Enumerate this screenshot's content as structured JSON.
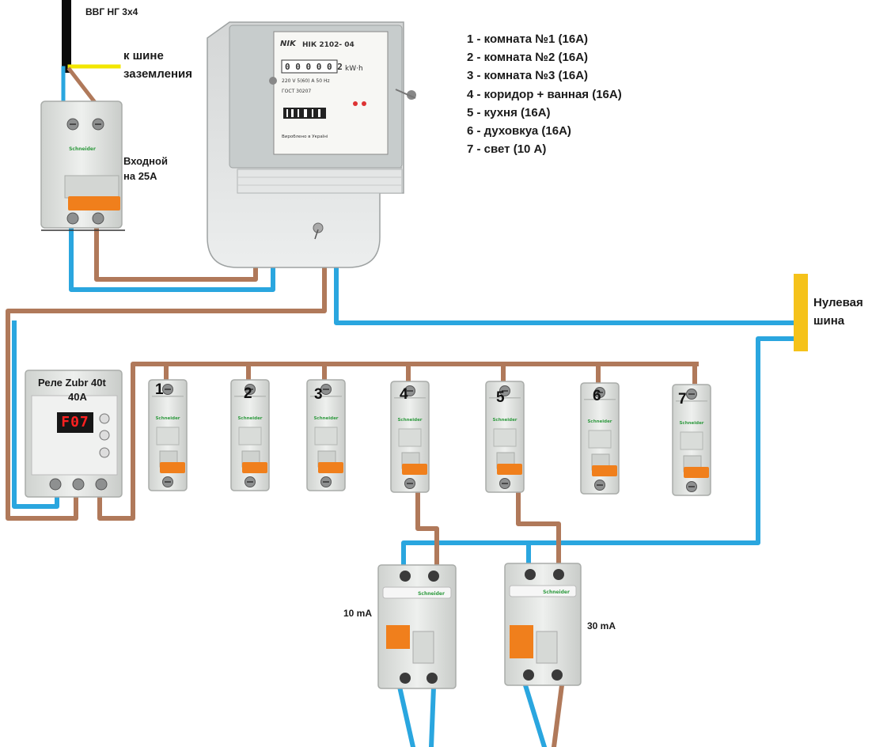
{
  "labels": {
    "cable": "ВВГ НГ 3х4",
    "ground_bus_line1": "к шине",
    "ground_bus_line2": "заземления",
    "main_breaker_line1": "Входной",
    "main_breaker_line2": "на 25А",
    "neutral_bus_line1": "Нулевая",
    "neutral_bus_line2": "шина",
    "relay_line1": "Реле Zubr 40t",
    "relay_line2": "40A",
    "rcd_left": "10 mA",
    "rcd_right": "30 mA"
  },
  "meter": {
    "brand": "NIK",
    "model": "НІК 2102- 04",
    "reading": "0 0 0 0 0 2",
    "unit": "kW·h",
    "spec": "220 V  5(60) A  50 Hz",
    "standard": "ГОСТ 30207",
    "made_in": "Вироблено в Україні"
  },
  "relay_display": "F07",
  "legend": [
    "1 - комната №1 (16А)",
    "2 - комната №2 (16А)",
    "3 - комната №3 (16А)",
    "4 - коридор + ванная (16А)",
    "5 - кухня  (16А)",
    "6 - духовкуа (16А)",
    "7 - свет (10 А)"
  ],
  "breaker_numbers": [
    "1",
    "2",
    "3",
    "4",
    "5",
    "6",
    "7"
  ],
  "colors": {
    "phase_wire": "#b0795a",
    "neutral_wire": "#2aa6df",
    "ground_wire": "#f2e600",
    "breaker_body": "#e6e8e6",
    "breaker_toggle": "#f07f1c",
    "brand_green": "#2f9a3f",
    "cable": "#0a0a0a"
  }
}
